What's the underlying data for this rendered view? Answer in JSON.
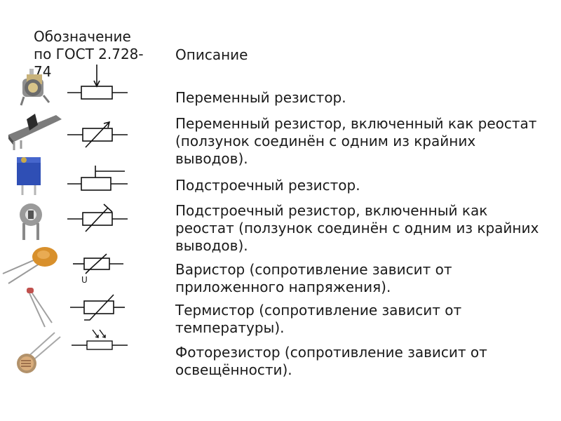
{
  "header": {
    "designation_line1": "Обозначение",
    "designation_line2": "по ГОСТ 2.728-74",
    "description": "Описание"
  },
  "rows": [
    {
      "photo_icon": "rotary-potentiometer-icon",
      "symbol_icon": "variable-resistor-symbol-icon",
      "description": "Переменный резистор."
    },
    {
      "photo_icon": "slide-potentiometer-icon",
      "symbol_icon": "rheostat-symbol-icon",
      "description": "Переменный резистор, включенный как реостат (ползунок соединён с одним из крайних выводов)."
    },
    {
      "photo_icon": "trimmer-block-icon",
      "symbol_icon": "trimmer-resistor-symbol-icon",
      "description": "Подстроечный резистор."
    },
    {
      "photo_icon": "trimmer-open-icon",
      "symbol_icon": "trimmer-rheostat-symbol-icon",
      "description": "Подстроечный резистор, включенный как реостат (ползунок соединён с одним из крайних выводов)."
    },
    {
      "photo_icon": "varistor-disc-icon",
      "symbol_icon": "varistor-symbol-icon",
      "symbol_label": "U",
      "description": "Варистор (сопротивление зависит от приложенного напряжения)."
    },
    {
      "photo_icon": "thermistor-icon",
      "symbol_icon": "thermistor-symbol-icon",
      "description": "Термистор (сопротивление зависит от температуры)."
    },
    {
      "photo_icon": "photoresistor-icon",
      "symbol_icon": "photoresistor-symbol-icon",
      "description": "Фоторезистор (сопротивление зависит от освещённости)."
    }
  ]
}
